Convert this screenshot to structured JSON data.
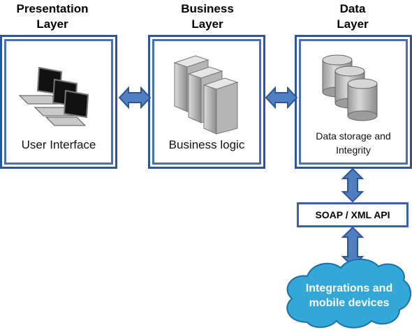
{
  "layers": [
    {
      "title_line1": "Presentation",
      "title_line2": "Layer",
      "label": "User Interface",
      "icon": "laptops-icon"
    },
    {
      "title_line1": "Business",
      "title_line2": "Layer",
      "label": "Business logic",
      "icon": "servers-icon"
    },
    {
      "title_line1": "Data",
      "title_line2": "Layer",
      "label_line1": "Data storage and",
      "label_line2": "Integrity",
      "icon": "database-icon"
    }
  ],
  "api": {
    "label": "SOAP / XML API"
  },
  "cloud": {
    "line1": "Integrations and",
    "line2": "mobile devices"
  },
  "colors": {
    "border": "#2e5597",
    "arrow": "#4f7fc0",
    "cloud": "#33a7d8"
  }
}
